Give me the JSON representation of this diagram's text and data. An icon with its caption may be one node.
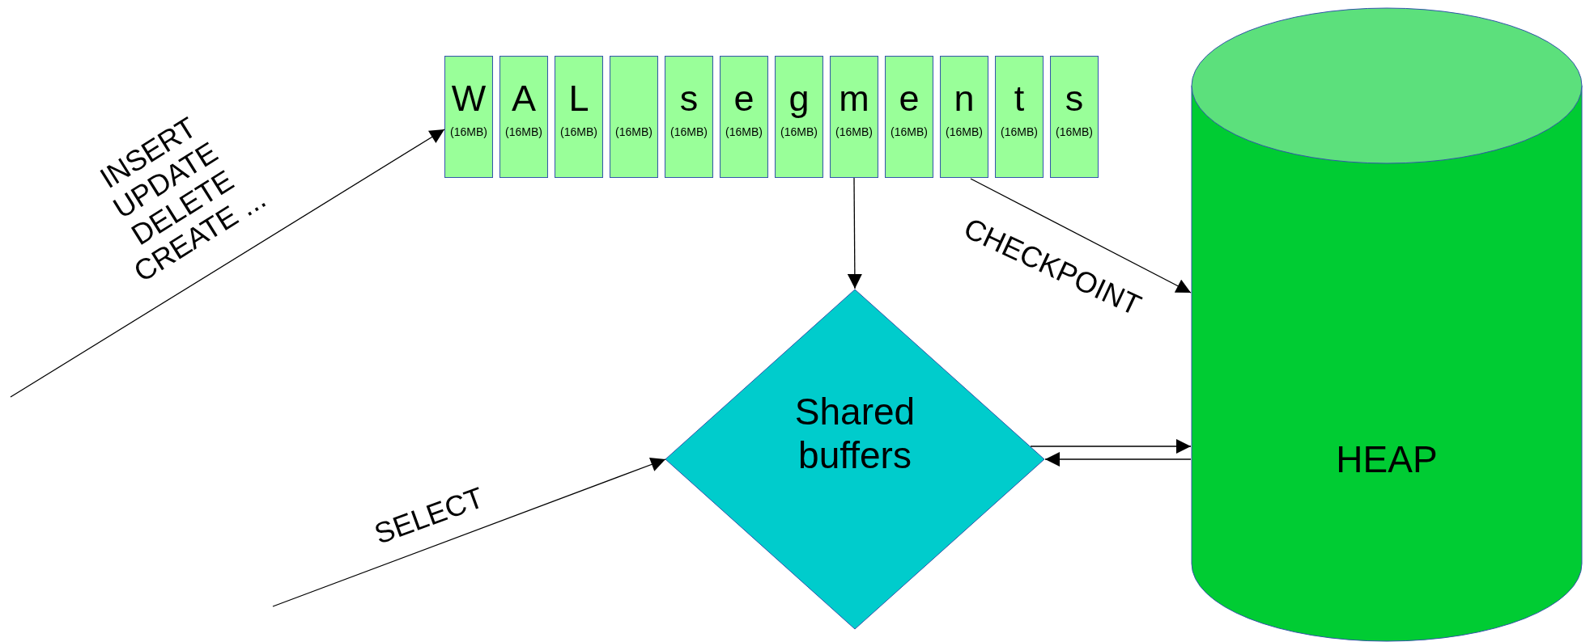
{
  "diagram": {
    "nodes": [
      {
        "text": [
          "W",
          "(16MB)"
        ]
      },
      {
        "text": [
          "A",
          "(16MB)"
        ]
      },
      {
        "text": [
          "L",
          "(16MB)"
        ]
      },
      {
        "text": [
          "(16MB)"
        ]
      },
      {
        "text": [
          "s",
          "(16MB)"
        ]
      },
      {
        "text": [
          "e",
          "(16MB)"
        ]
      },
      {
        "text": [
          "g",
          "(16MB)"
        ]
      },
      {
        "text": [
          "m",
          "(16MB)"
        ]
      },
      {
        "text": [
          "e",
          "(16MB)"
        ]
      },
      {
        "text": [
          "n",
          "(16MB)"
        ]
      },
      {
        "text": [
          "t",
          "(16MB)"
        ]
      },
      {
        "text": [
          "s",
          "(16MB)"
        ]
      },
      {
        "text": [
          "Shared buffers"
        ]
      },
      {
        "text": [
          "HEAP"
        ]
      }
    ],
    "edges": [
      {
        "from": null,
        "to": 0,
        "arrow": "to",
        "label": "INSERT UPDATE DELETE CREATE ..."
      },
      {
        "from": 7,
        "to": 12,
        "arrow": "to"
      },
      {
        "from": 9,
        "to": 13,
        "arrow": "to",
        "label": "CHECKPOINT"
      },
      {
        "from": null,
        "to": 12,
        "arrow": "to",
        "label": "SELECT"
      },
      {
        "from": 12,
        "to": 13,
        "arrow": "to"
      },
      {
        "from": 13,
        "to": 12,
        "arrow": "to"
      }
    ]
  }
}
